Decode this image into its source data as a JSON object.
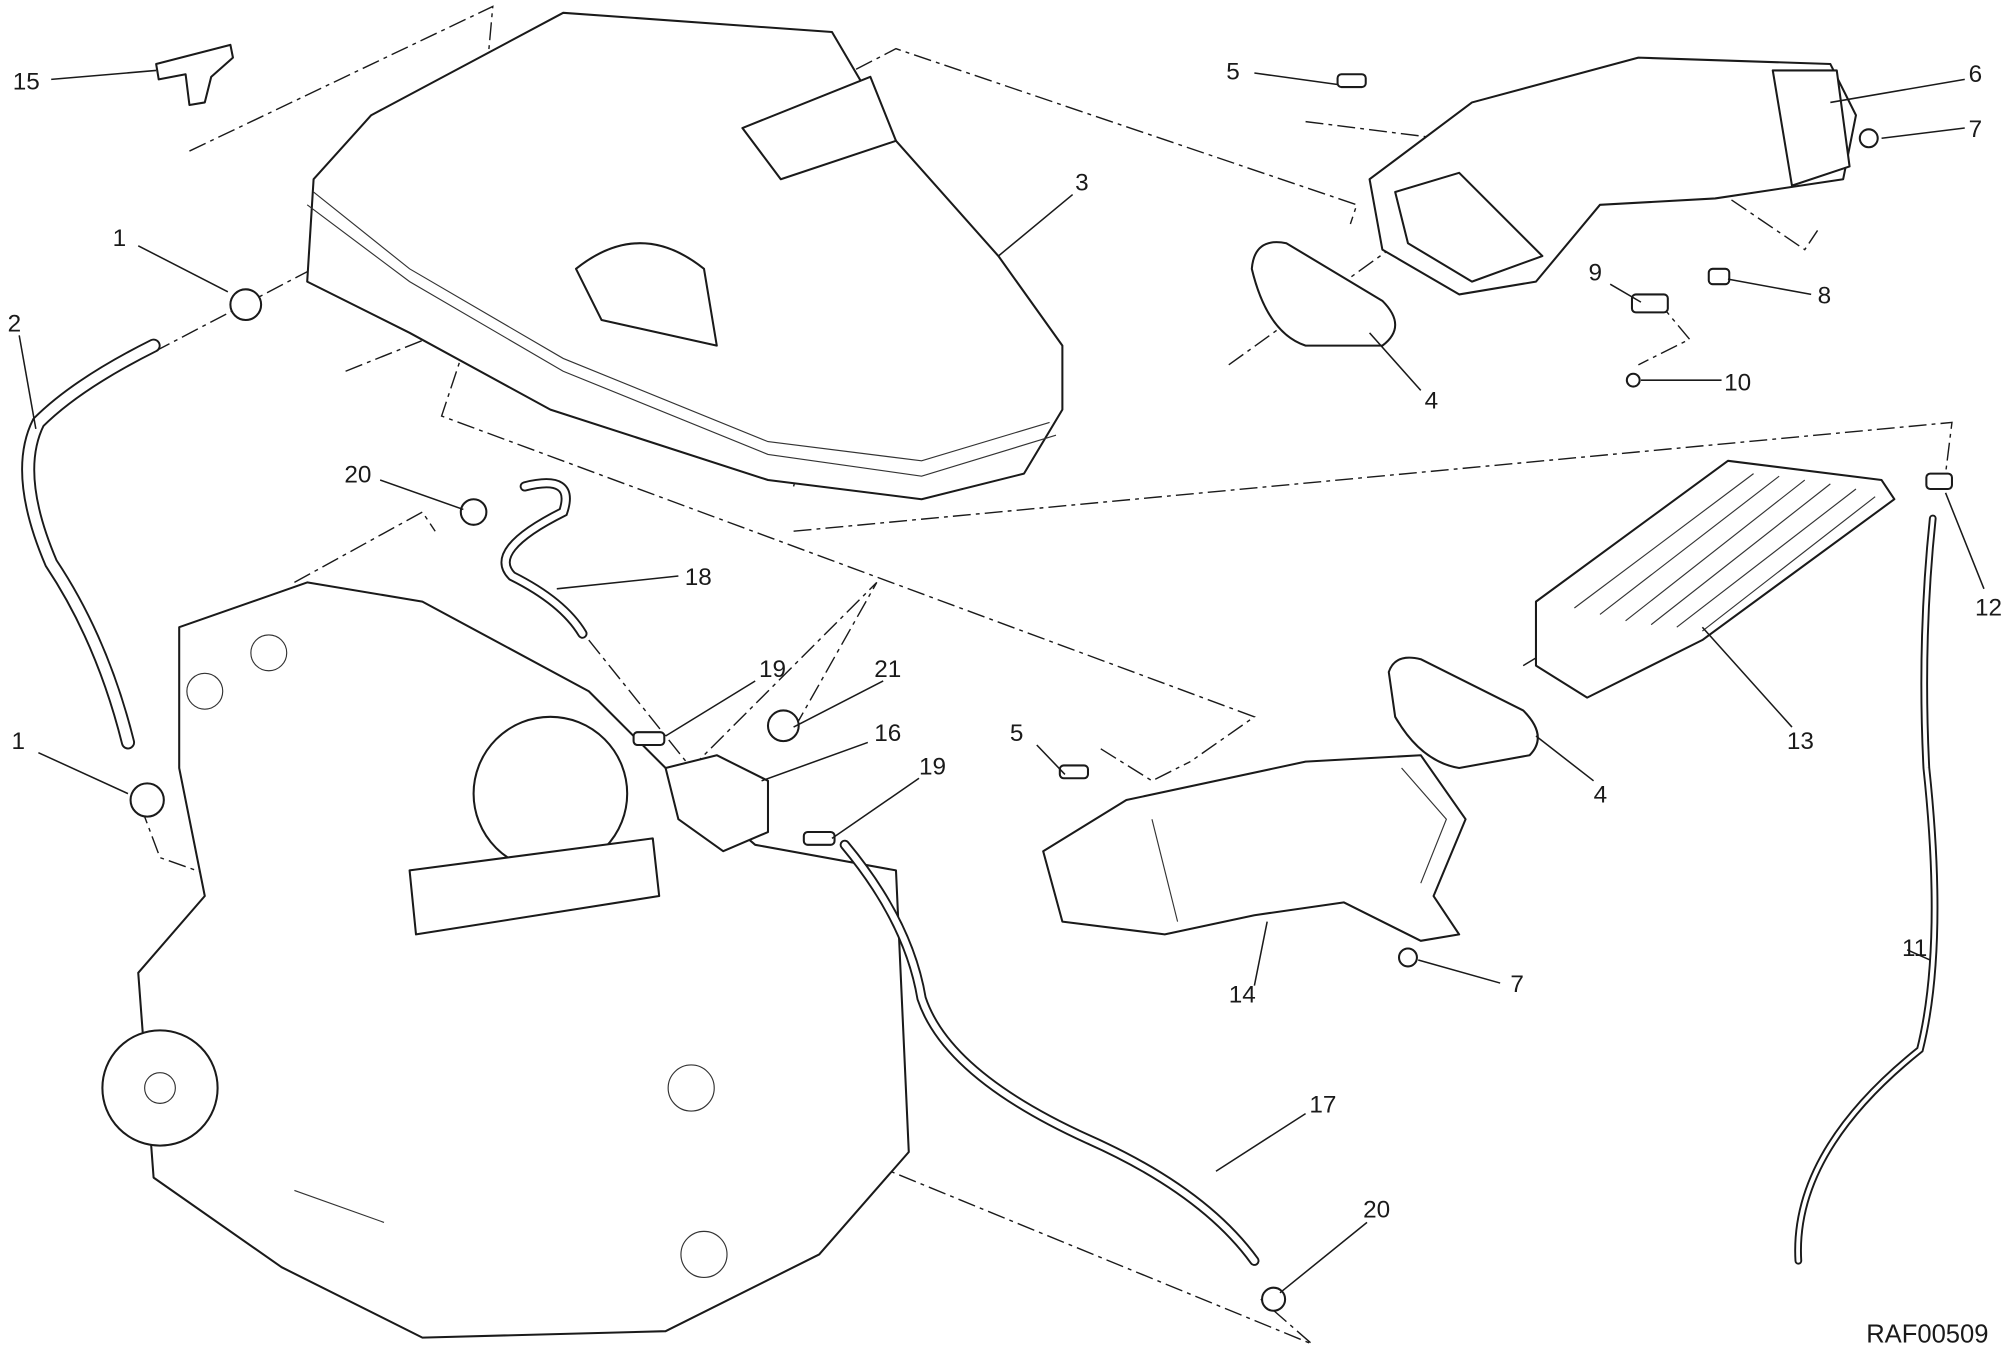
{
  "diagram": {
    "drawing_code": "RAF00509",
    "callouts": [
      {
        "id": "c15",
        "label": "15"
      },
      {
        "id": "c1a",
        "label": "1"
      },
      {
        "id": "c2",
        "label": "2"
      },
      {
        "id": "c3",
        "label": "3"
      },
      {
        "id": "c5a",
        "label": "5"
      },
      {
        "id": "c6",
        "label": "6"
      },
      {
        "id": "c7a",
        "label": "7"
      },
      {
        "id": "c8",
        "label": "8"
      },
      {
        "id": "c9",
        "label": "9"
      },
      {
        "id": "c10",
        "label": "10"
      },
      {
        "id": "c4a",
        "label": "4"
      },
      {
        "id": "c20a",
        "label": "20"
      },
      {
        "id": "c18",
        "label": "18"
      },
      {
        "id": "c19a",
        "label": "19"
      },
      {
        "id": "c21",
        "label": "21"
      },
      {
        "id": "c16",
        "label": "16"
      },
      {
        "id": "c19b",
        "label": "19"
      },
      {
        "id": "c1b",
        "label": "1"
      },
      {
        "id": "c5b",
        "label": "5"
      },
      {
        "id": "c4b",
        "label": "4"
      },
      {
        "id": "c13",
        "label": "13"
      },
      {
        "id": "c12",
        "label": "12"
      },
      {
        "id": "c11",
        "label": "11"
      },
      {
        "id": "c7b",
        "label": "7"
      },
      {
        "id": "c14",
        "label": "14"
      },
      {
        "id": "c17",
        "label": "17"
      },
      {
        "id": "c20b",
        "label": "20"
      }
    ]
  }
}
